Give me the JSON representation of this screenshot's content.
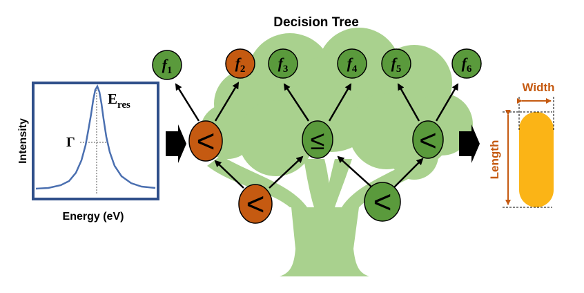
{
  "title": "Decision Tree",
  "spectrum": {
    "y_label": "Intensity",
    "x_label": "Energy (eV)",
    "peak_label_main": "E",
    "peak_label_sub": "res",
    "width_label": "Γ"
  },
  "features": [
    {
      "letter": "f",
      "index": "1",
      "color": "#5a9a3c"
    },
    {
      "letter": "f",
      "index": "2",
      "color": "#c55a11"
    },
    {
      "letter": "f",
      "index": "3",
      "color": "#5a9a3c"
    },
    {
      "letter": "f",
      "index": "4",
      "color": "#5a9a3c"
    },
    {
      "letter": "f",
      "index": "5",
      "color": "#5a9a3c"
    },
    {
      "letter": "f",
      "index": "6",
      "color": "#5a9a3c"
    }
  ],
  "comparisons": {
    "left_mid": "<",
    "center_mid": "≤",
    "right_mid": "<",
    "bottom_left": "<",
    "bottom_right": "<"
  },
  "output": {
    "width_label": "Width",
    "length_label": "Length",
    "rod_color": "#fbb416"
  },
  "colors": {
    "tree": "#a9d18e",
    "active_node": "#c55a11",
    "inactive_node": "#5a9a3c",
    "spectrum_frame": "#2f4f8a",
    "spectrum_line": "#4a6fb0",
    "label_orange": "#c55a11"
  }
}
